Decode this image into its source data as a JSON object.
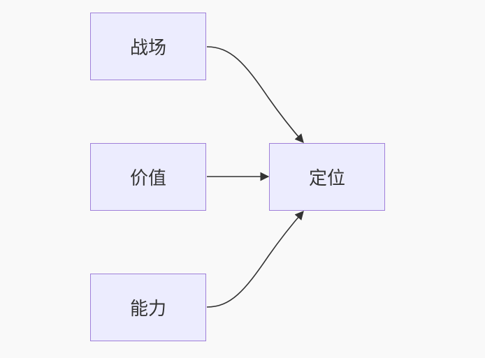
{
  "diagram": {
    "type": "flowchart",
    "colors": {
      "background": "#f9f9f9",
      "node_fill": "#ececfe",
      "node_border": "#9f7fd9",
      "edge": "#333333",
      "text": "#333333"
    },
    "nodes": {
      "battlefield": {
        "label": "战场"
      },
      "value": {
        "label": "价值"
      },
      "capability": {
        "label": "能力"
      },
      "positioning": {
        "label": "定位"
      }
    },
    "edges": [
      {
        "from": "battlefield",
        "to": "positioning"
      },
      {
        "from": "value",
        "to": "positioning"
      },
      {
        "from": "capability",
        "to": "positioning"
      }
    ]
  }
}
